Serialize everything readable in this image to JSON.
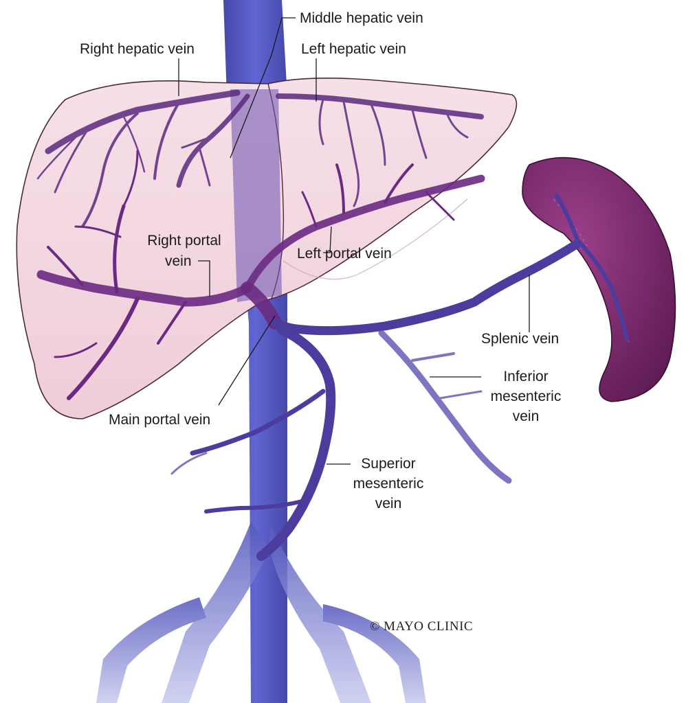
{
  "labels": {
    "middle_hepatic_vein": "Middle hepatic vein",
    "right_hepatic_vein": "Right hepatic vein",
    "left_hepatic_vein": "Left hepatic vein",
    "right_portal_vein_line1": "Right portal",
    "right_portal_vein_line2": "vein",
    "left_portal_vein": "Left portal vein",
    "splenic_vein": "Splenic vein",
    "inferior_mesenteric_vein_line1": "Inferior",
    "inferior_mesenteric_vein_line2": "mesenteric",
    "inferior_mesenteric_vein_line3": "vein",
    "main_portal_vein": "Main portal vein",
    "superior_mesenteric_vein_line1": "Superior",
    "superior_mesenteric_vein_line2": "mesenteric",
    "superior_mesenteric_vein_line3": "vein"
  },
  "copyright": "© MAYO CLINIC",
  "colors": {
    "liver_fill": "#f3d7e0",
    "liver_outline": "#4a2a3a",
    "portal_vein": "#6a2a82",
    "cava_blue": "#4a4fb0",
    "spleen": "#7a2a6a",
    "mesenteric": "#4b3c9e"
  }
}
